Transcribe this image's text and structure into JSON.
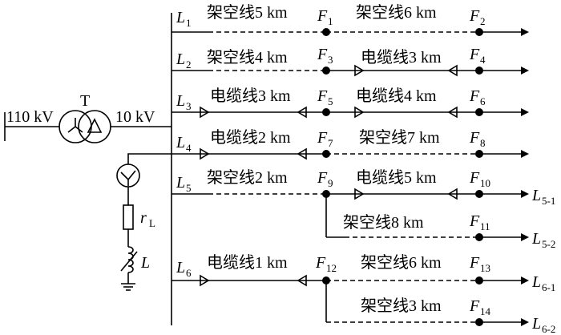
{
  "source": {
    "voltage_hv": "110 kV",
    "transformer": "T",
    "voltage_lv": "10 kV"
  },
  "grounding": {
    "resistor": "r",
    "resistor_sub": "L",
    "inductor": "L"
  },
  "feeders": [
    {
      "id": "L1",
      "base": "L",
      "sub": "1",
      "segments": [
        {
          "text": "架空线5 km",
          "type": "overhead"
        },
        {
          "text": "架空线6 km",
          "type": "overhead"
        }
      ],
      "nodes": [
        {
          "base": "F",
          "sub": "1"
        },
        {
          "base": "F",
          "sub": "2"
        }
      ]
    },
    {
      "id": "L2",
      "base": "L",
      "sub": "2",
      "segments": [
        {
          "text": "架空线4 km",
          "type": "overhead"
        },
        {
          "text": "电缆线3 km",
          "type": "cable"
        }
      ],
      "nodes": [
        {
          "base": "F",
          "sub": "3"
        },
        {
          "base": "F",
          "sub": "4"
        }
      ]
    },
    {
      "id": "L3",
      "base": "L",
      "sub": "3",
      "segments": [
        {
          "text": "电缆线3 km",
          "type": "cable"
        },
        {
          "text": "电缆线4 km",
          "type": "cable"
        }
      ],
      "nodes": [
        {
          "base": "F",
          "sub": "5"
        },
        {
          "base": "F",
          "sub": "6"
        }
      ]
    },
    {
      "id": "L4",
      "base": "L",
      "sub": "4",
      "segments": [
        {
          "text": "电缆线2 km",
          "type": "cable"
        },
        {
          "text": "架空线7 km",
          "type": "overhead"
        }
      ],
      "nodes": [
        {
          "base": "F",
          "sub": "7"
        },
        {
          "base": "F",
          "sub": "8"
        }
      ]
    },
    {
      "id": "L5",
      "base": "L",
      "sub": "5",
      "segments": [
        {
          "text": "架空线2 km",
          "type": "overhead"
        },
        {
          "text": "电缆线5 km",
          "type": "cable"
        },
        {
          "text": "架空线8 km",
          "type": "overhead"
        }
      ],
      "nodes": [
        {
          "base": "F",
          "sub": "9"
        },
        {
          "base": "F",
          "sub": "10"
        },
        {
          "base": "F",
          "sub": "11"
        }
      ],
      "branches": [
        {
          "base": "L",
          "sub": "5-1"
        },
        {
          "base": "L",
          "sub": "5-2"
        }
      ]
    },
    {
      "id": "L6",
      "base": "L",
      "sub": "6",
      "segments": [
        {
          "text": "电缆线1 km",
          "type": "cable"
        },
        {
          "text": "架空线6 km",
          "type": "overhead"
        },
        {
          "text": "架空线3 km",
          "type": "overhead"
        }
      ],
      "nodes": [
        {
          "base": "F",
          "sub": "12"
        },
        {
          "base": "F",
          "sub": "13"
        },
        {
          "base": "F",
          "sub": "14"
        }
      ],
      "branches": [
        {
          "base": "L",
          "sub": "6-1"
        },
        {
          "base": "L",
          "sub": "6-2"
        }
      ]
    }
  ]
}
